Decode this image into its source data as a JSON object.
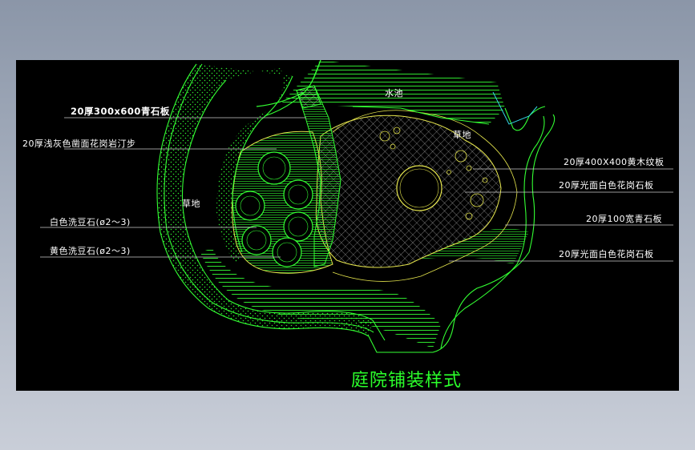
{
  "drawing": {
    "title": "庭院铺装样式",
    "left_labels": [
      "20厚300x600青石板",
      "20厚浅灰色凿面花岗岩汀步",
      "白色洗豆石(ø2～3)",
      "黄色洗豆石(ø2～3)"
    ],
    "right_labels": [
      "20厚400X400黄木纹板",
      "20厚光面白色花岗石板",
      "20厚100宽青石板",
      "20厚光面白色花岗石板"
    ],
    "area_labels": {
      "pond": "水池",
      "lawn_right": "草地",
      "lawn_left": "草地"
    }
  },
  "colors": {
    "background": "#000000",
    "line_green": "#33ff33",
    "line_yellow": "#e6e64d",
    "line_cyan": "#33d6e6",
    "text_white": "#ffffff",
    "window_bg": "#a7b0bf"
  }
}
